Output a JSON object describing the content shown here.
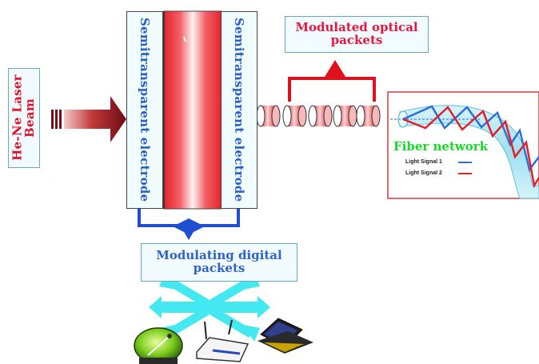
{
  "laser": {
    "label": "He-Ne Laser Beam"
  },
  "electrodes": {
    "left_label": "Semitransparent electrode",
    "right_label": "Semitransparent electrode"
  },
  "optical_packets": {
    "label": "Modulated optical packets"
  },
  "digital_packets": {
    "label": "Modulating digital packets"
  },
  "fiber": {
    "title": "Fiber network",
    "legend": [
      {
        "label": "Light Signal 1",
        "color": "#2f6fd8"
      },
      {
        "label": "Light Signal 2",
        "color": "#e0202e"
      }
    ]
  },
  "colors": {
    "laser_arrow": "#8b0f1a",
    "electrode_text": "#2a60c4",
    "optical_text": "#e8163c",
    "bracket_red": "#e0101c",
    "connector_blue": "#1f4fd0",
    "network_cyan": "#44e8f0",
    "fiber_title": "#18d82a"
  },
  "devices": [
    {
      "icon": "satellite-dish-icon"
    },
    {
      "icon": "wireless-router-icon"
    },
    {
      "icon": "laptop-icon"
    }
  ]
}
